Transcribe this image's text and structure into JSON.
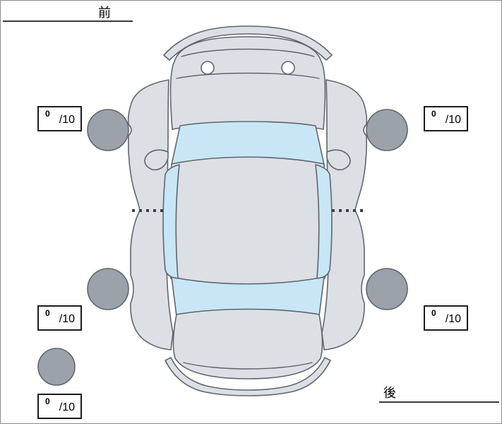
{
  "labels": {
    "front": "前",
    "rear": "後"
  },
  "scores": {
    "front_left": {
      "value": "0",
      "max": "/10"
    },
    "front_right": {
      "value": "0",
      "max": "/10"
    },
    "rear_left": {
      "value": "0",
      "max": "/10"
    },
    "rear_right": {
      "value": "0",
      "max": "/10"
    },
    "spare": {
      "value": "0",
      "max": "/10"
    }
  },
  "colors": {
    "body": "#dce0e5",
    "window": "#c9e6f6",
    "tire": "#9ba2aa",
    "detail_circle": "#ffffff"
  }
}
